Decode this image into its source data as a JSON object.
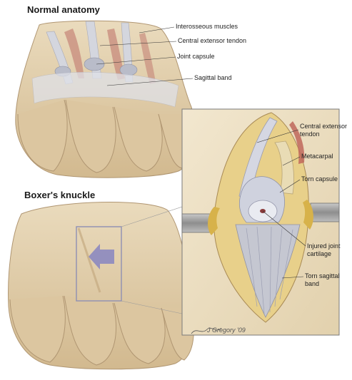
{
  "titles": {
    "normal": "Normal anatomy",
    "boxer": "Boxer's knuckle"
  },
  "labels": {
    "interosseous": "Interosseous muscles",
    "central_tendon_top": "Central extensor tendon",
    "joint_capsule": "Joint capsule",
    "sagittal_band": "Sagittal band",
    "central_tendon_inset": "Central extensor tendon",
    "metacarpal": "Metacarpal",
    "torn_capsule": "Torn capsule",
    "injured_cartilage": "Injured joint cartilage",
    "torn_sagittal": "Torn sagittal band"
  },
  "signature": "J Gregory '09",
  "colors": {
    "skin": "#e3cfa8",
    "skin_shadow": "#c7ad82",
    "tendon": "#c9ccd6",
    "muscle": "#c98f7f",
    "inset_bg": "#efe3c8",
    "box_outline": "#8e8fb3",
    "arrow": "#8c88c0"
  }
}
